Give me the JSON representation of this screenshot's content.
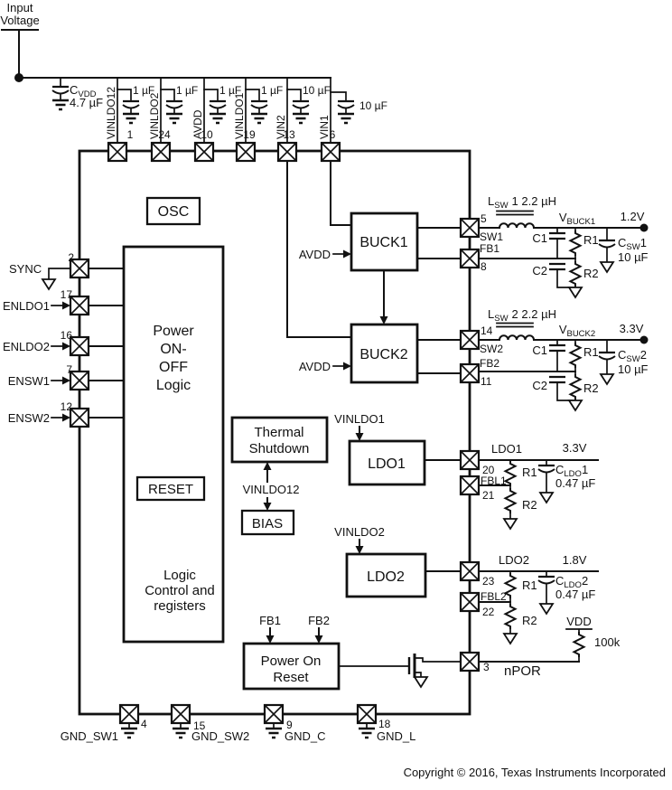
{
  "colors": {
    "ink": "#111111",
    "background": "#ffffff"
  },
  "header": {
    "input_label_1": "Input",
    "input_label_2": "Voltage"
  },
  "input_cap": {
    "base": "C",
    "sub": "VDD",
    "value": "4.7 µF"
  },
  "top_pins": [
    {
      "name": "VINLDO12",
      "num": "1",
      "cap": "1 µF"
    },
    {
      "name": "VINLDO2",
      "num": "24",
      "cap": "1 µF"
    },
    {
      "name": "AVDD",
      "num": "10",
      "cap": "1 µF"
    },
    {
      "name": "VINLDO1",
      "num": "19",
      "cap": "1 µF"
    },
    {
      "name": "VIN2",
      "num": "13",
      "cap": "10 µF"
    },
    {
      "name": "VIN1",
      "num": "6",
      "cap": "10 µF"
    }
  ],
  "left_pins": [
    {
      "name": "SYNC",
      "num": "2"
    },
    {
      "name": "ENLDO1",
      "num": "17"
    },
    {
      "name": "ENLDO2",
      "num": "16"
    },
    {
      "name": "ENSW1",
      "num": "7"
    },
    {
      "name": "ENSW2",
      "num": "12"
    }
  ],
  "blocks": {
    "osc": "OSC",
    "power_logic": {
      "l1": "Power",
      "l2": "ON-",
      "l3": "OFF",
      "l4": "Logic"
    },
    "reset": "RESET",
    "logic_ctrl": {
      "l1": "Logic",
      "l2": "Control and",
      "l3": "registers"
    },
    "thermal": {
      "l1": "Thermal",
      "l2": "Shutdown"
    },
    "bias": "BIAS",
    "buck1": "BUCK1",
    "buck2": "BUCK2",
    "ldo1": "LDO1",
    "ldo2": "LDO2",
    "por": {
      "l1": "Power On",
      "l2": "Reset"
    }
  },
  "signals": {
    "avdd": "AVDD",
    "vinldo12": "VINLDO12",
    "vinldo1": "VINLDO1",
    "vinldo2": "VINLDO2",
    "fb1": "FB1",
    "fb2": "FB2"
  },
  "buck1_net": {
    "pin_sw_num": "5",
    "pin_sw": "SW1",
    "pin_fb": "FB1",
    "pin_fb_num": "8",
    "ind": {
      "base": "L",
      "sub": "SW",
      "rest": "1 2.2 µH"
    },
    "vnode": {
      "base": "V",
      "sub": "BUCK1"
    },
    "vout": "1.2V",
    "c1": "C1",
    "r1": "R1",
    "c2": "C2",
    "r2": "R2",
    "cout": {
      "base": "C",
      "sub": "SW",
      "rest": "1"
    },
    "cout_val": "10 µF"
  },
  "buck2_net": {
    "pin_sw_num": "14",
    "pin_sw": "SW2",
    "pin_fb": "FB2",
    "pin_fb_num": "11",
    "ind": {
      "base": "L",
      "sub": "SW",
      "rest": "2 2.2 µH"
    },
    "vnode": {
      "base": "V",
      "sub": "BUCK2"
    },
    "vout": "3.3V",
    "c1": "C1",
    "r1": "R1",
    "c2": "C2",
    "r2": "R2",
    "cout": {
      "base": "C",
      "sub": "SW",
      "rest": "2"
    },
    "cout_val": "10 µF"
  },
  "ldo1_net": {
    "pin_num": "20",
    "pin_name": "LDO1",
    "pin_fb": "FBL1",
    "pin_fb_num": "21",
    "vout": "3.3V",
    "r1": "R1",
    "r2": "R2",
    "cout": {
      "base": "C",
      "sub": "LDO",
      "rest": "1"
    },
    "cout_val": "0.47 µF"
  },
  "ldo2_net": {
    "pin_num": "23",
    "pin_name": "LDO2",
    "pin_fb": "FBL2",
    "pin_fb_num": "22",
    "vout": "1.8V",
    "r1": "R1",
    "r2": "R2",
    "cout": {
      "base": "C",
      "sub": "LDO",
      "rest": "2"
    },
    "cout_val": "0.47 µF"
  },
  "npor_net": {
    "pin_num": "3",
    "label": "nPOR",
    "vdd": "VDD",
    "res": "100k"
  },
  "bottom_pins": [
    {
      "name": "GND_SW1",
      "num": "4"
    },
    {
      "name": "GND_SW2",
      "num": "15"
    },
    {
      "name": "GND_C",
      "num": "9"
    },
    {
      "name": "GND_L",
      "num": "18"
    }
  ],
  "footer": {
    "copyright": "Copyright © 2016, Texas Instruments Incorporated"
  }
}
